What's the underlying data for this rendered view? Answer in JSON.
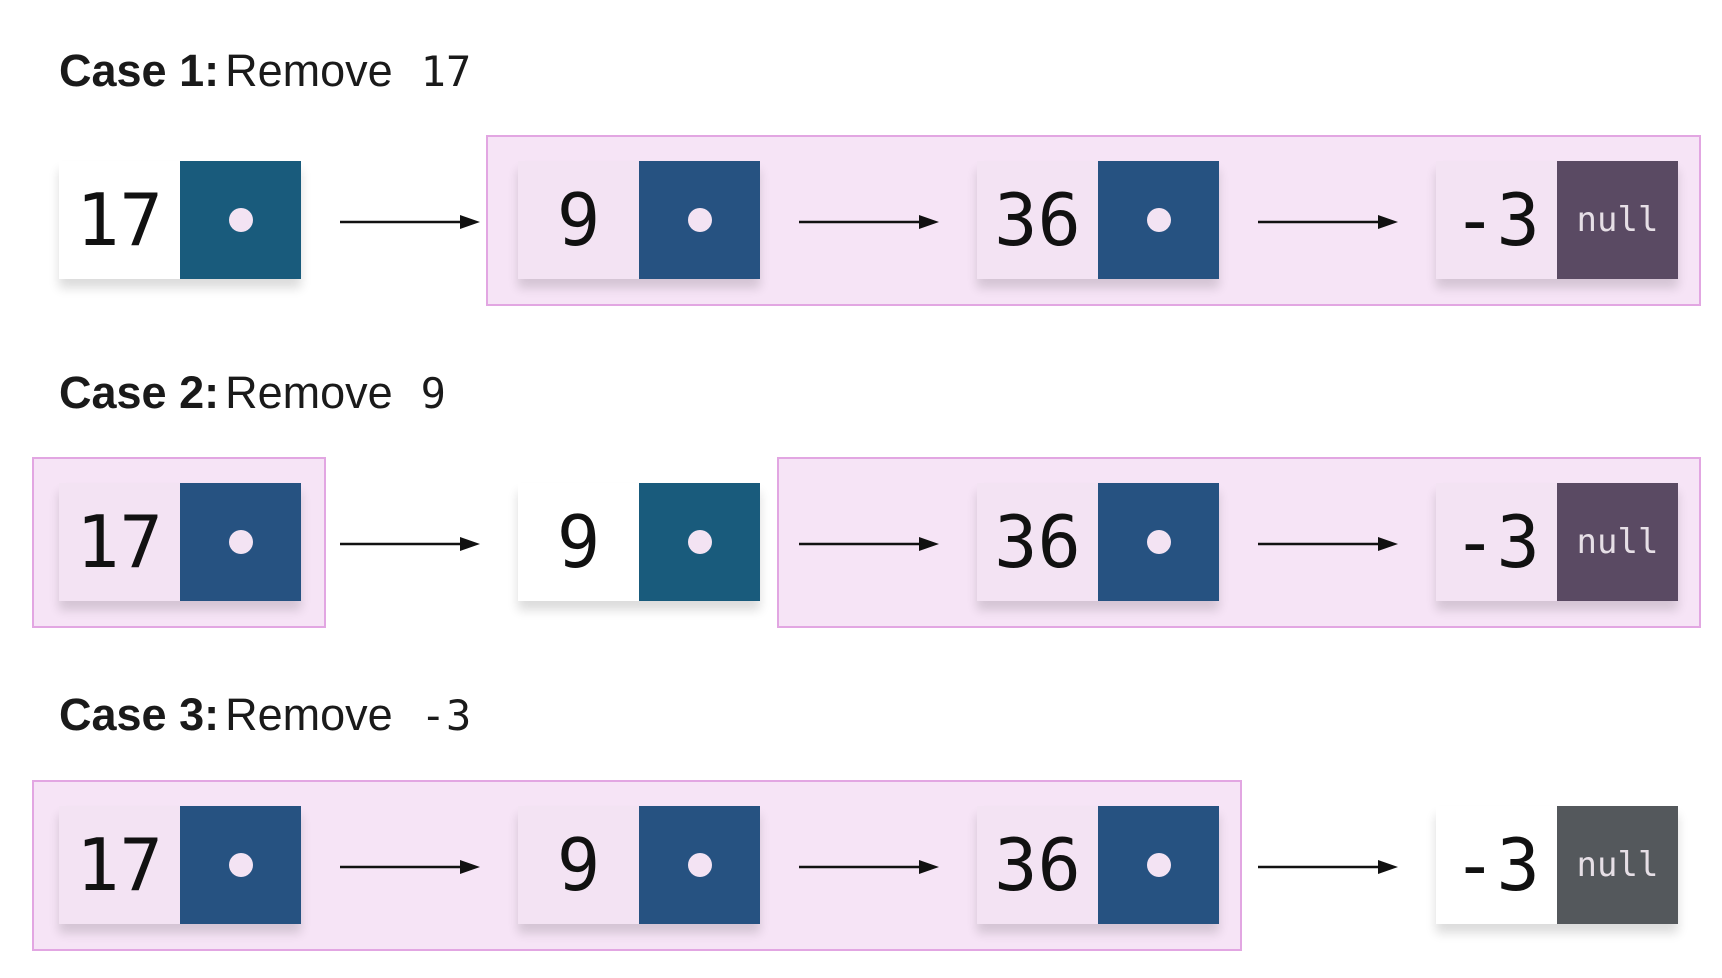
{
  "cases": [
    {
      "label": "Case 1:",
      "verb": "Remove",
      "value": "17",
      "nodes": [
        "17",
        "9",
        "36",
        "-3"
      ],
      "removed_index": 0
    },
    {
      "label": "Case 2:",
      "verb": "Remove",
      "value": "9",
      "nodes": [
        "17",
        "9",
        "36",
        "-3"
      ],
      "removed_index": 1
    },
    {
      "label": "Case 3:",
      "verb": "Remove",
      "value": "-3",
      "nodes": [
        "17",
        "9",
        "36",
        "-3"
      ],
      "removed_index": 3
    }
  ],
  "null_label": "null",
  "colors": {
    "removed_pointer": "#195b7c",
    "kept_pointer": "#265281",
    "null_pointer_kept": "#5a4a63",
    "null_pointer_removed": "#54585c",
    "highlight_fill": "#f6e4f6",
    "highlight_border": "#e2a6e2",
    "pointer_dot": "#f3e3f3"
  }
}
